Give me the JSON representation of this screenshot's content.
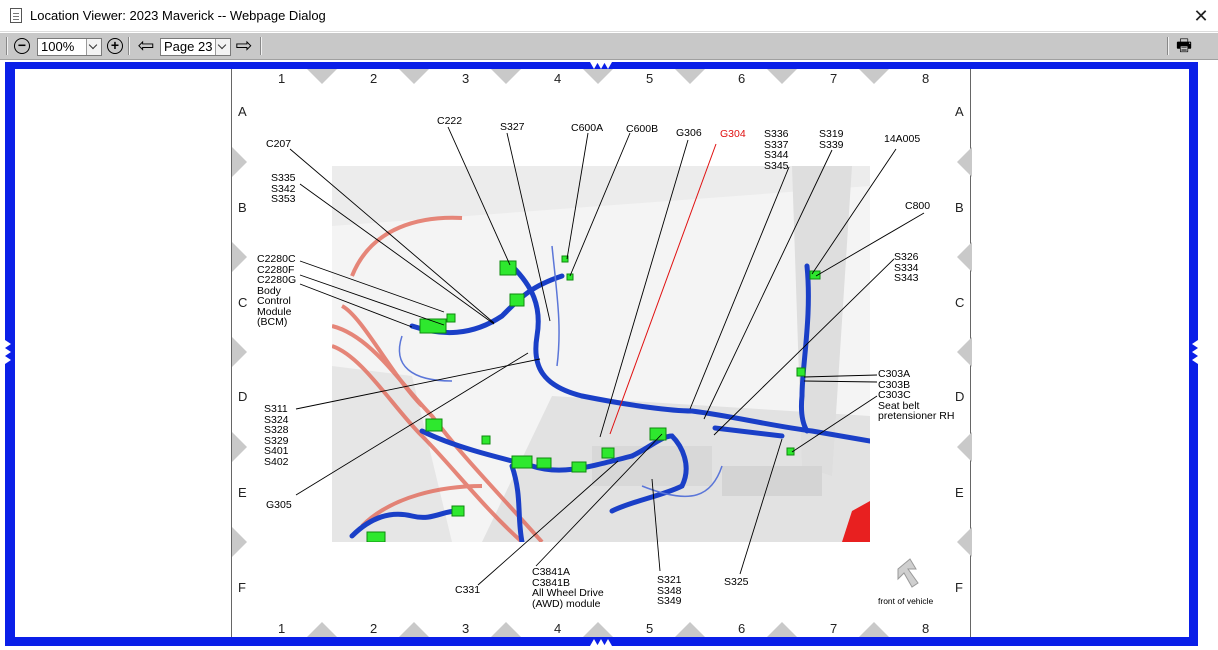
{
  "window": {
    "title": "Location Viewer: 2023 Maverick -- Webpage Dialog",
    "close_glyph": "✕"
  },
  "toolbar": {
    "zoom_out_glyph": "−",
    "zoom_value": "100%",
    "zoom_in_glyph": "+",
    "prev_glyph": "⇦",
    "page_value": "Page 23",
    "next_glyph": "⇨",
    "print_glyph": "🖶"
  },
  "grid": {
    "columns": [
      "1",
      "2",
      "3",
      "4",
      "5",
      "6",
      "7",
      "8"
    ],
    "rows": [
      "A",
      "B",
      "C",
      "D",
      "E",
      "F"
    ]
  },
  "callouts": {
    "c207": "C207",
    "s335": "S335\nS342\nS353",
    "c222": "C222",
    "s327": "S327",
    "c600a": "C600A",
    "c600b": "C600B",
    "g306": "G306",
    "g304": "G304",
    "s336": "S336\nS337\nS344\nS345",
    "s319": "S319\nS339",
    "n14a005": "14A005",
    "c800": "C800",
    "c2280": "C2280C\nC2280F\nC2280G\nBody\nControl\nModule\n(BCM)",
    "s326": "S326\nS334\nS343",
    "c303": "C303A\nC303B\nC303C\nSeat belt\npretensioner RH",
    "s311": "S311\nS324\nS328\nS329\nS401\nS402",
    "g305": "G305",
    "c331": "C331",
    "c3841": "C3841A\nC3841B\nAll Wheel Drive\n(AWD) module",
    "s321": "S321\nS348\nS349",
    "s325": "S325",
    "front": "front of vehicle"
  },
  "colors": {
    "viewer_border": "#0a1fe8",
    "harness": "#1a3fc7",
    "connector": "#2ee82e",
    "highlight": "#e01010"
  }
}
